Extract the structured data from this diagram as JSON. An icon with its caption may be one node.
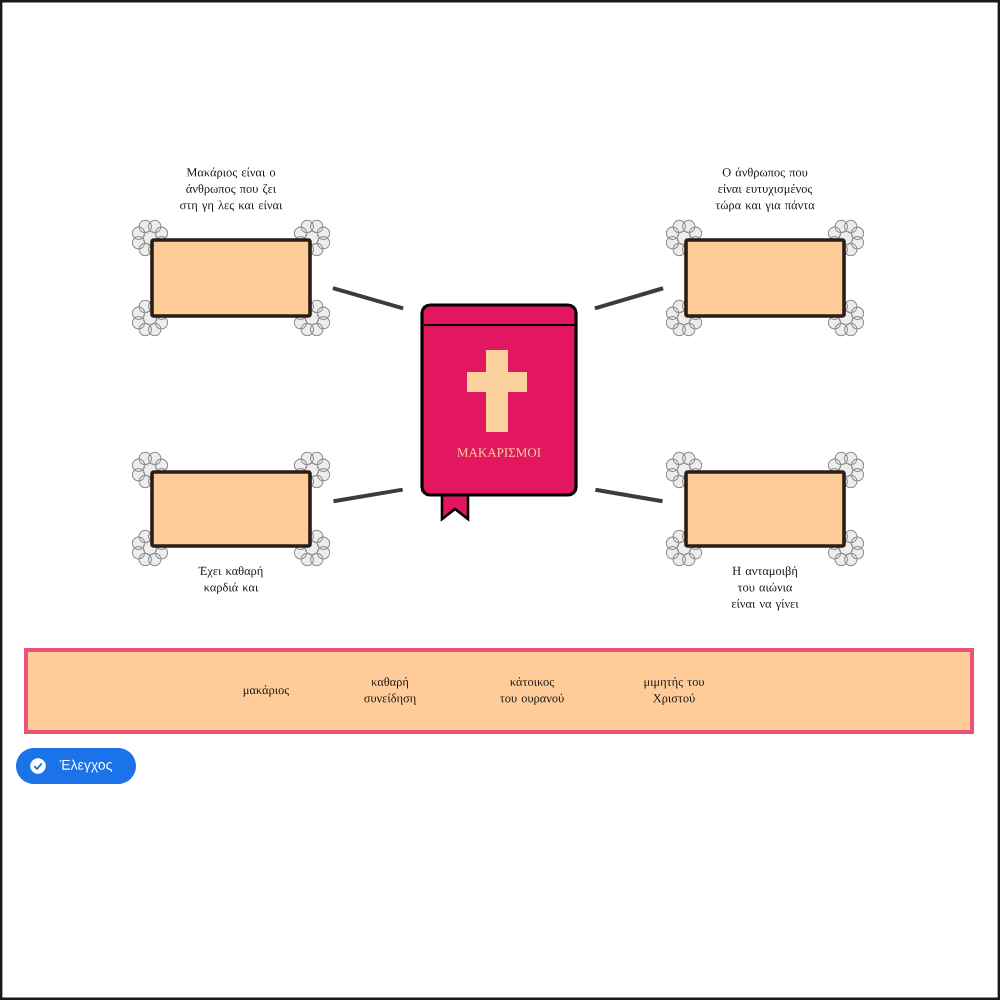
{
  "diagram": {
    "nodes": [
      {
        "text": [
          "Μακάριος είναι ο άνθρωπος που ζει στη γη λες και είναι"
        ]
      },
      {
        "text": [
          "Ο άνθρωπος που είναι ευτυχισμένος τώρα και για πάντα"
        ]
      },
      {
        "text": [
          "ΜΑΚΑΡΙΣΜΟΙ"
        ]
      },
      {
        "text": [
          "Έχει καθαρή καρδιά και"
        ]
      },
      {
        "text": [
          "Η ανταμοιβή του αιώνια είναι να γίνει"
        ]
      },
      {
        "text": [
          "μακάριος",
          "καθαρή συνείδηση",
          "κάτοικος του ουρανού",
          "μιμητής του Χριστού"
        ]
      },
      {
        "text": [
          "Έλεγχος"
        ]
      }
    ],
    "edges": [
      {
        "from": 0,
        "to": 2,
        "arrow": "none"
      },
      {
        "from": 1,
        "to": 2,
        "arrow": "none"
      },
      {
        "from": 3,
        "to": 2,
        "arrow": "none"
      },
      {
        "from": 4,
        "to": 2,
        "arrow": "none"
      }
    ]
  }
}
